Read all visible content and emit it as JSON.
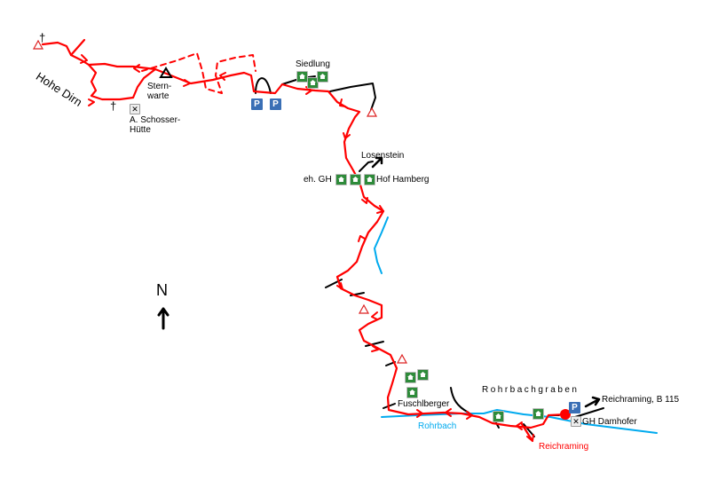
{
  "labels": {
    "hohe_dirn": "Hohe Dirn",
    "sternwarte": "Stern-\nwarte",
    "sternwarte_1": "Stern-",
    "sternwarte_2": "warte",
    "hut_1": "A. Schosser-",
    "hut_2": "Hütte",
    "siedlung": "Siedlung",
    "losenstein": "Losenstein",
    "eh_gh": "eh. GH",
    "hof_hamberg": "Hof Hamberg",
    "fuschlberger": "Fuschlberger",
    "rohrbachgraben": "Rohrbachgraben",
    "rohrbach": "Rohrbach",
    "reichraming_b115": "Reichraming, B 115",
    "gh_damhofer": "GH Damhofer",
    "reichraming": "Reichraming",
    "north": "N",
    "parking": "P",
    "cross": "†",
    "hut_icon": "✕"
  },
  "colors": {
    "route": "#ff0000",
    "road": "#000000",
    "stream": "#00aaee",
    "house": "#2e8b3a",
    "parking": "#3a6fb5"
  }
}
